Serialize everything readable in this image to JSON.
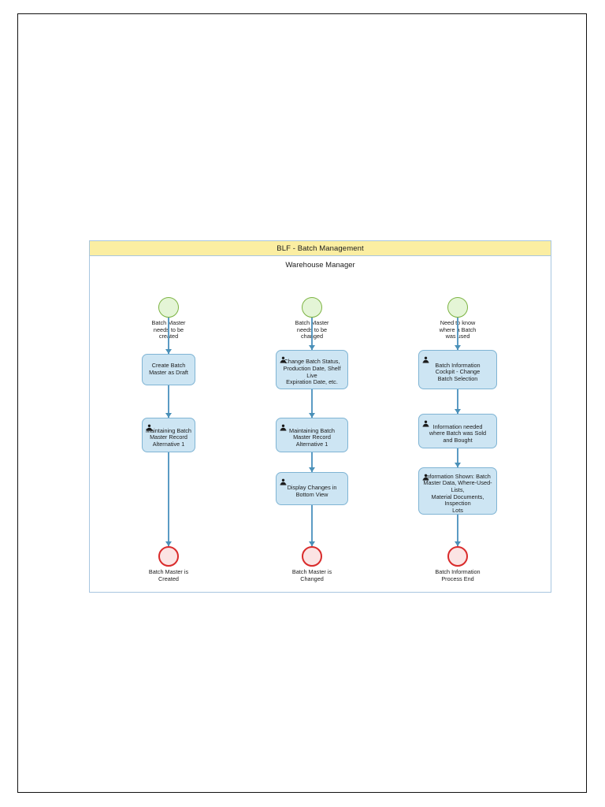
{
  "page": {
    "background_color": "#ffffff",
    "border_color": "#111111"
  },
  "pool": {
    "title": "BLF - Batch Management",
    "header_color": "#fbeea2",
    "border_color": "#a8c6e0",
    "lane_label": "Warehouse Manager"
  },
  "palette": {
    "task_fill": "#cde5f3",
    "task_border": "#7fb4d4",
    "start_fill": "#e4f5d6",
    "start_border": "#7cb342",
    "end_fill": "#fbe4e4",
    "end_border": "#d92b2b",
    "connector": "#5b9bc4"
  },
  "columns": [
    {
      "id": "column-create",
      "start_event": {
        "name": "start-event-batch-master-created",
        "label": "Batch Master\nneeds to be\ncreated"
      },
      "tasks": [
        {
          "name": "task-create-batch-master-as-draft",
          "label": "Create Batch\nMaster as Draft",
          "icon": null
        },
        {
          "name": "task-maintaining-batch-master-record-alt1",
          "label": "Maintaining Batch\nMaster Record\nAlternative 1",
          "icon": "user-icon"
        }
      ],
      "end_event": {
        "name": "end-event-batch-master-is-created",
        "label": "Batch Master is\nCreated"
      }
    },
    {
      "id": "column-change",
      "start_event": {
        "name": "start-event-batch-master-changed",
        "label": "Batch Master\nneeds to be\nchanged"
      },
      "tasks": [
        {
          "name": "task-change-batch-status",
          "label": "Change Batch Status,\nProduction Date, Shelf Live\nExpiration Date, etc.",
          "icon": "user-icon"
        },
        {
          "name": "task-maintaining-batch-master-record-alt1-change",
          "label": "Maintaining Batch\nMaster Record\nAlternative 1",
          "icon": "user-icon"
        },
        {
          "name": "task-display-changes-in-bottom-view",
          "label": "Display Changes in\nBottom View",
          "icon": "user-icon"
        }
      ],
      "end_event": {
        "name": "end-event-batch-master-is-changed",
        "label": "Batch Master is\nChanged"
      }
    },
    {
      "id": "column-information",
      "start_event": {
        "name": "start-event-need-to-know-where-batch-used",
        "label": "Need to know\nwhere a Batch\nwas used"
      },
      "tasks": [
        {
          "name": "task-batch-information-cockpit",
          "label": "Batch Information\nCockpit - Change\nBatch Selection",
          "icon": "user-icon"
        },
        {
          "name": "task-information-needed-sold-bought",
          "label": "Information needed\nwhere Batch was Sold\nand Bought",
          "icon": "user-icon"
        },
        {
          "name": "task-information-shown-batch-master-data",
          "label": "Information Shown: Batch\nMaster Data, Where-Used-Lists,\nMaterial Documents, Inspection\nLots",
          "icon": "user-icon"
        }
      ],
      "end_event": {
        "name": "end-event-batch-information-process-end",
        "label": "Batch Information\nProcess End"
      }
    }
  ]
}
